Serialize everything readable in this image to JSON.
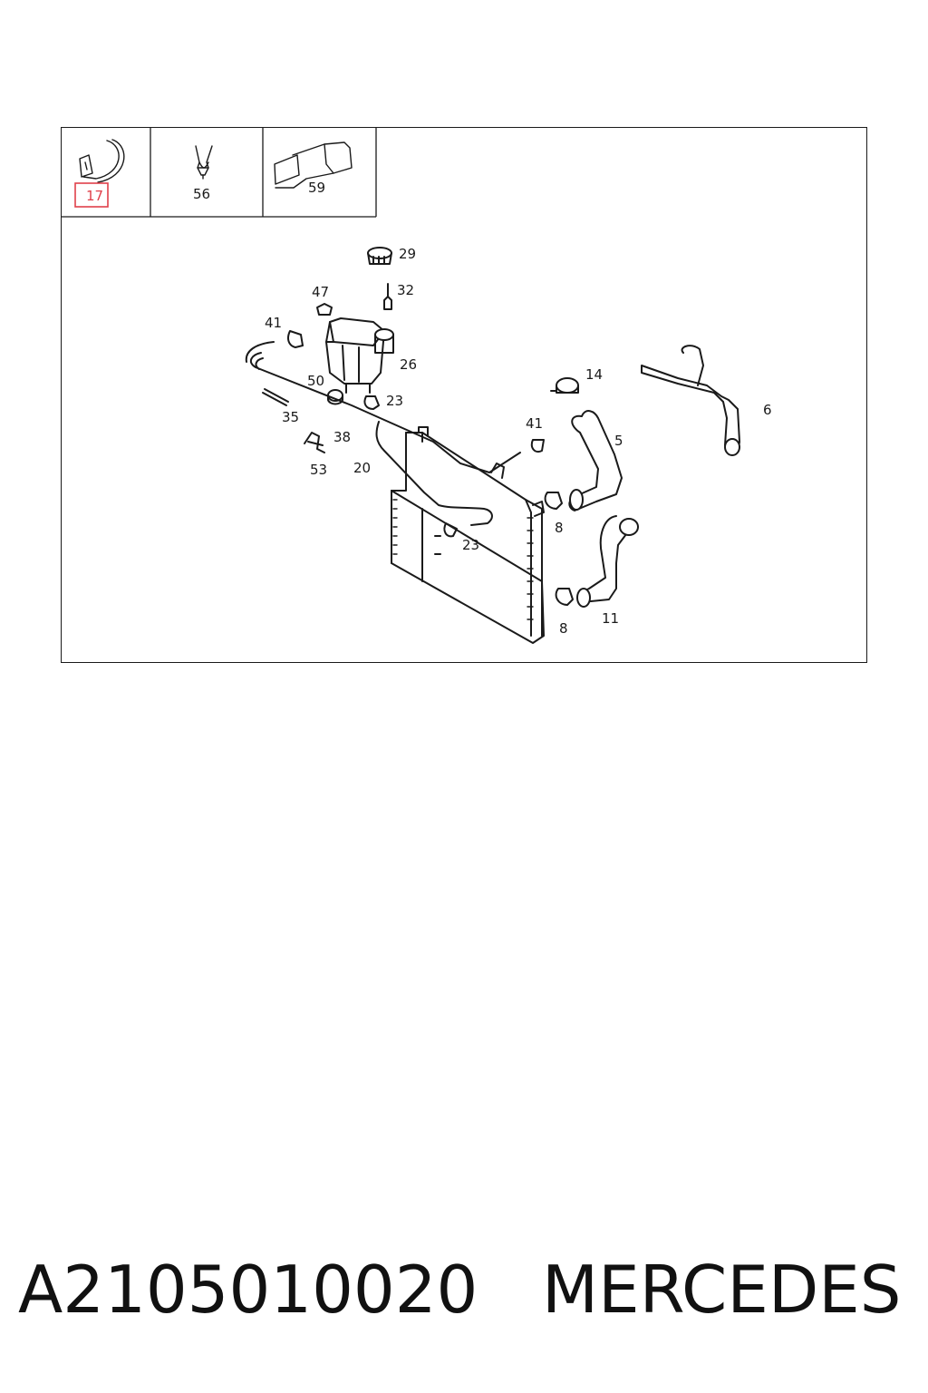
{
  "inset_parts": [
    {
      "id": "17",
      "highlighted": true
    },
    {
      "id": "56",
      "highlighted": false
    },
    {
      "id": "59",
      "highlighted": false
    }
  ],
  "callouts": [
    "29",
    "47",
    "32",
    "41",
    "26",
    "50",
    "23",
    "14",
    "6",
    "35",
    "38",
    "41",
    "5",
    "53",
    "20",
    "8",
    "23",
    "8",
    "11"
  ],
  "highlight_color": "#e0404a",
  "line_color": "#1a1a1a",
  "footer": {
    "part_number": "A2105010020",
    "brand": "MERCEDES"
  }
}
